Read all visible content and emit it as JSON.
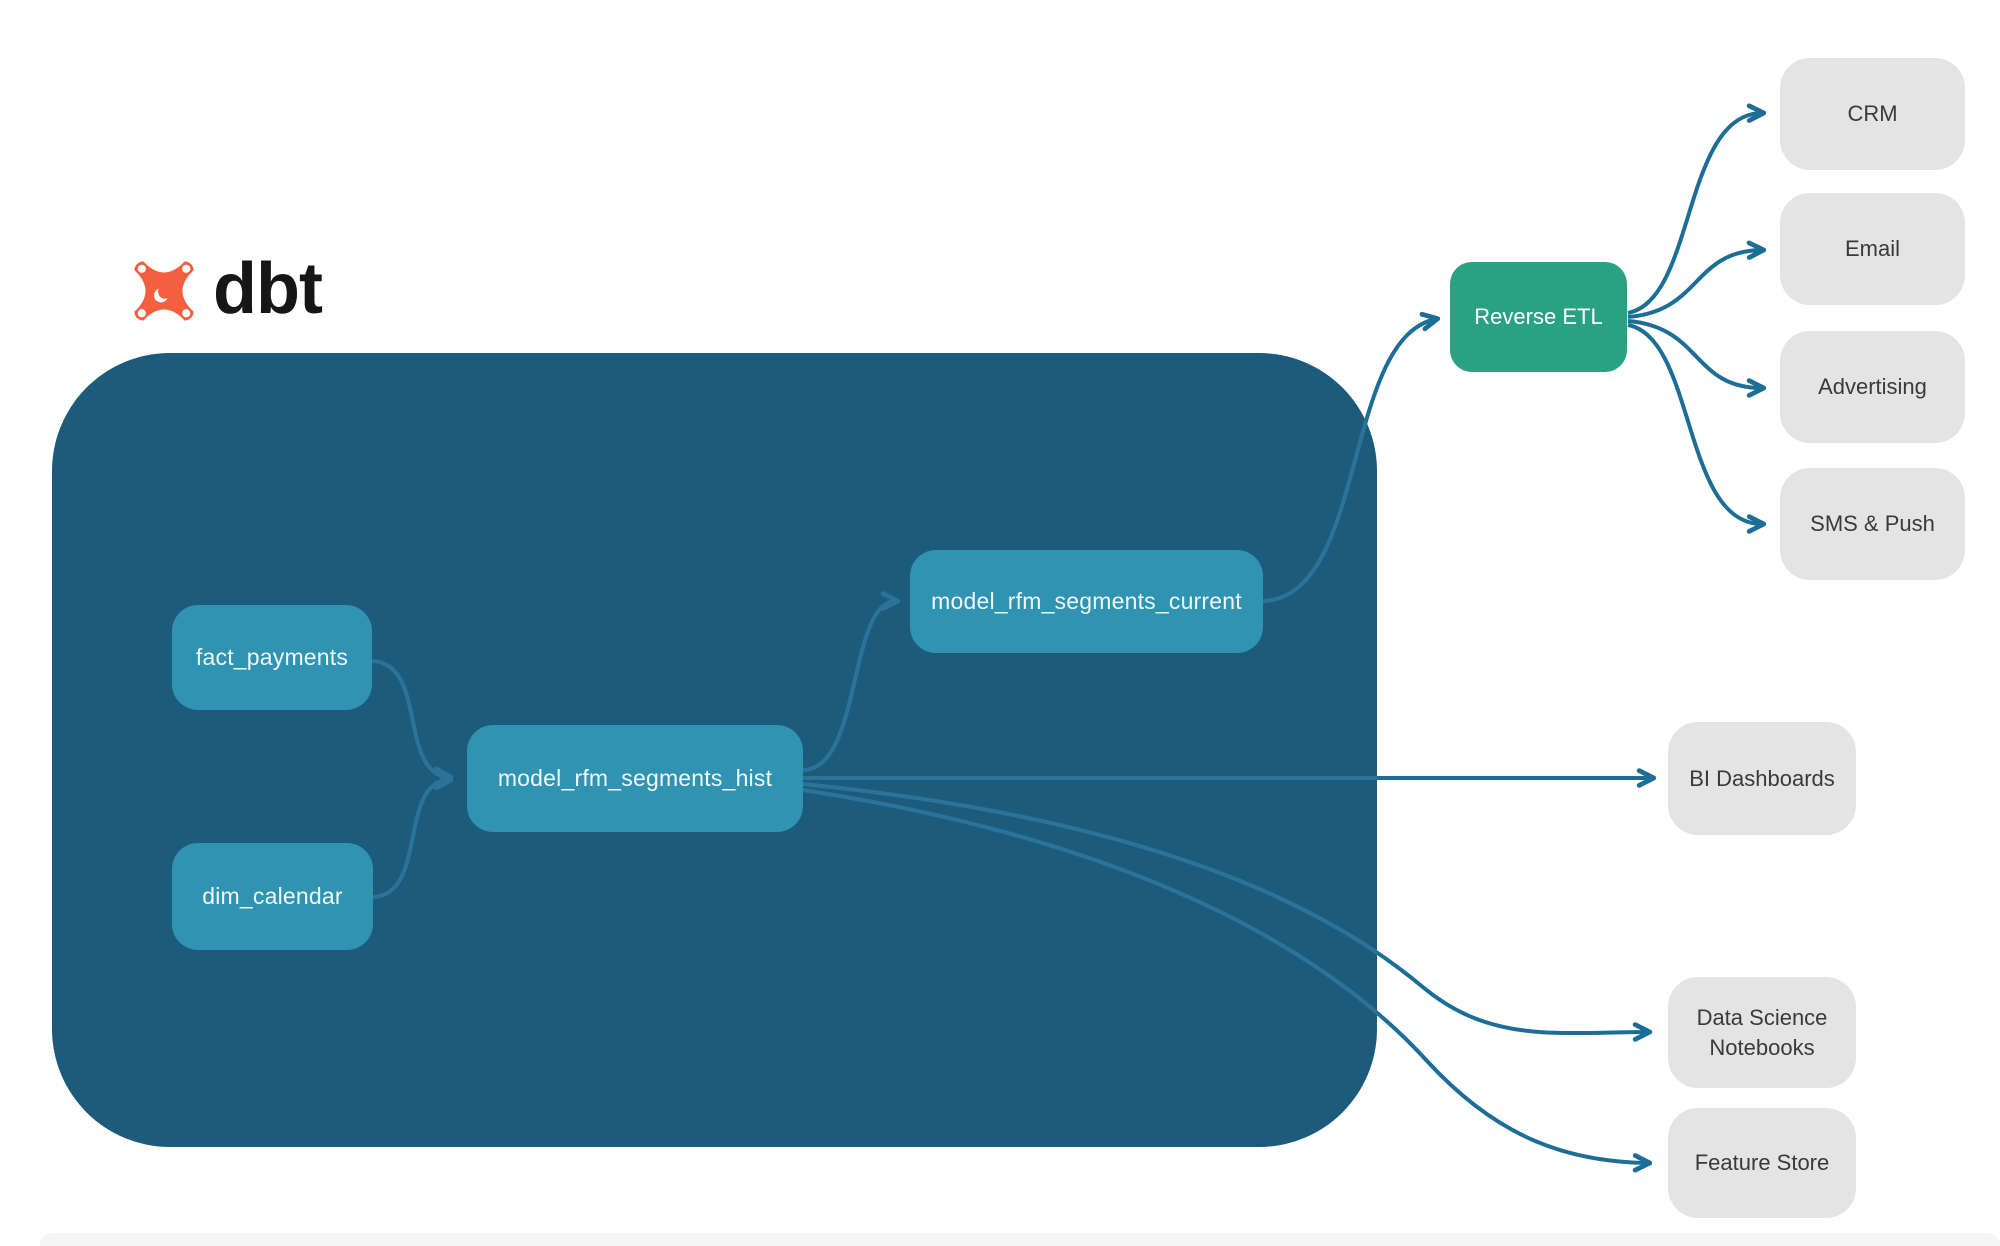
{
  "brand": {
    "name": "dbt"
  },
  "colors": {
    "container_bg": "#1d5b7c",
    "node_bg": "#3093b2",
    "node_text": "#eef8fb",
    "green_bg": "#2aa183",
    "arrow": "#1d6e96",
    "arrow_inner": "#2b7399",
    "dest_bg": "#e4e4e4",
    "dest_text": "#3a3a3a",
    "logo_orange": "#f4603f",
    "logo_text": "#161616",
    "footer_bar": "#f5f5f6"
  },
  "diagram": {
    "warehouse_nodes": [
      {
        "label": "fact_payments"
      },
      {
        "label": "dim_calendar"
      },
      {
        "label": "model_rfm_segments_hist"
      },
      {
        "label": "model_rfm_segments_current"
      }
    ],
    "reverse_etl": {
      "label": "Reverse ETL"
    },
    "destinations": [
      {
        "label": "CRM"
      },
      {
        "label": "Email"
      },
      {
        "label": "Advertising"
      },
      {
        "label": "SMS & Push"
      }
    ],
    "outputs": [
      {
        "label": "BI Dashboards"
      },
      {
        "label": "Data Science Notebooks"
      },
      {
        "label": "Feature Store"
      }
    ],
    "edges": [
      {
        "from": "fact_payments",
        "to": "model_rfm_segments_hist"
      },
      {
        "from": "dim_calendar",
        "to": "model_rfm_segments_hist"
      },
      {
        "from": "model_rfm_segments_hist",
        "to": "model_rfm_segments_current"
      },
      {
        "from": "model_rfm_segments_current",
        "to": "Reverse ETL"
      },
      {
        "from": "model_rfm_segments_hist",
        "to": "BI Dashboards"
      },
      {
        "from": "model_rfm_segments_hist",
        "to": "Data Science Notebooks"
      },
      {
        "from": "model_rfm_segments_hist",
        "to": "Feature Store"
      },
      {
        "from": "Reverse ETL",
        "to": "CRM"
      },
      {
        "from": "Reverse ETL",
        "to": "Email"
      },
      {
        "from": "Reverse ETL",
        "to": "Advertising"
      },
      {
        "from": "Reverse ETL",
        "to": "SMS & Push"
      }
    ]
  }
}
